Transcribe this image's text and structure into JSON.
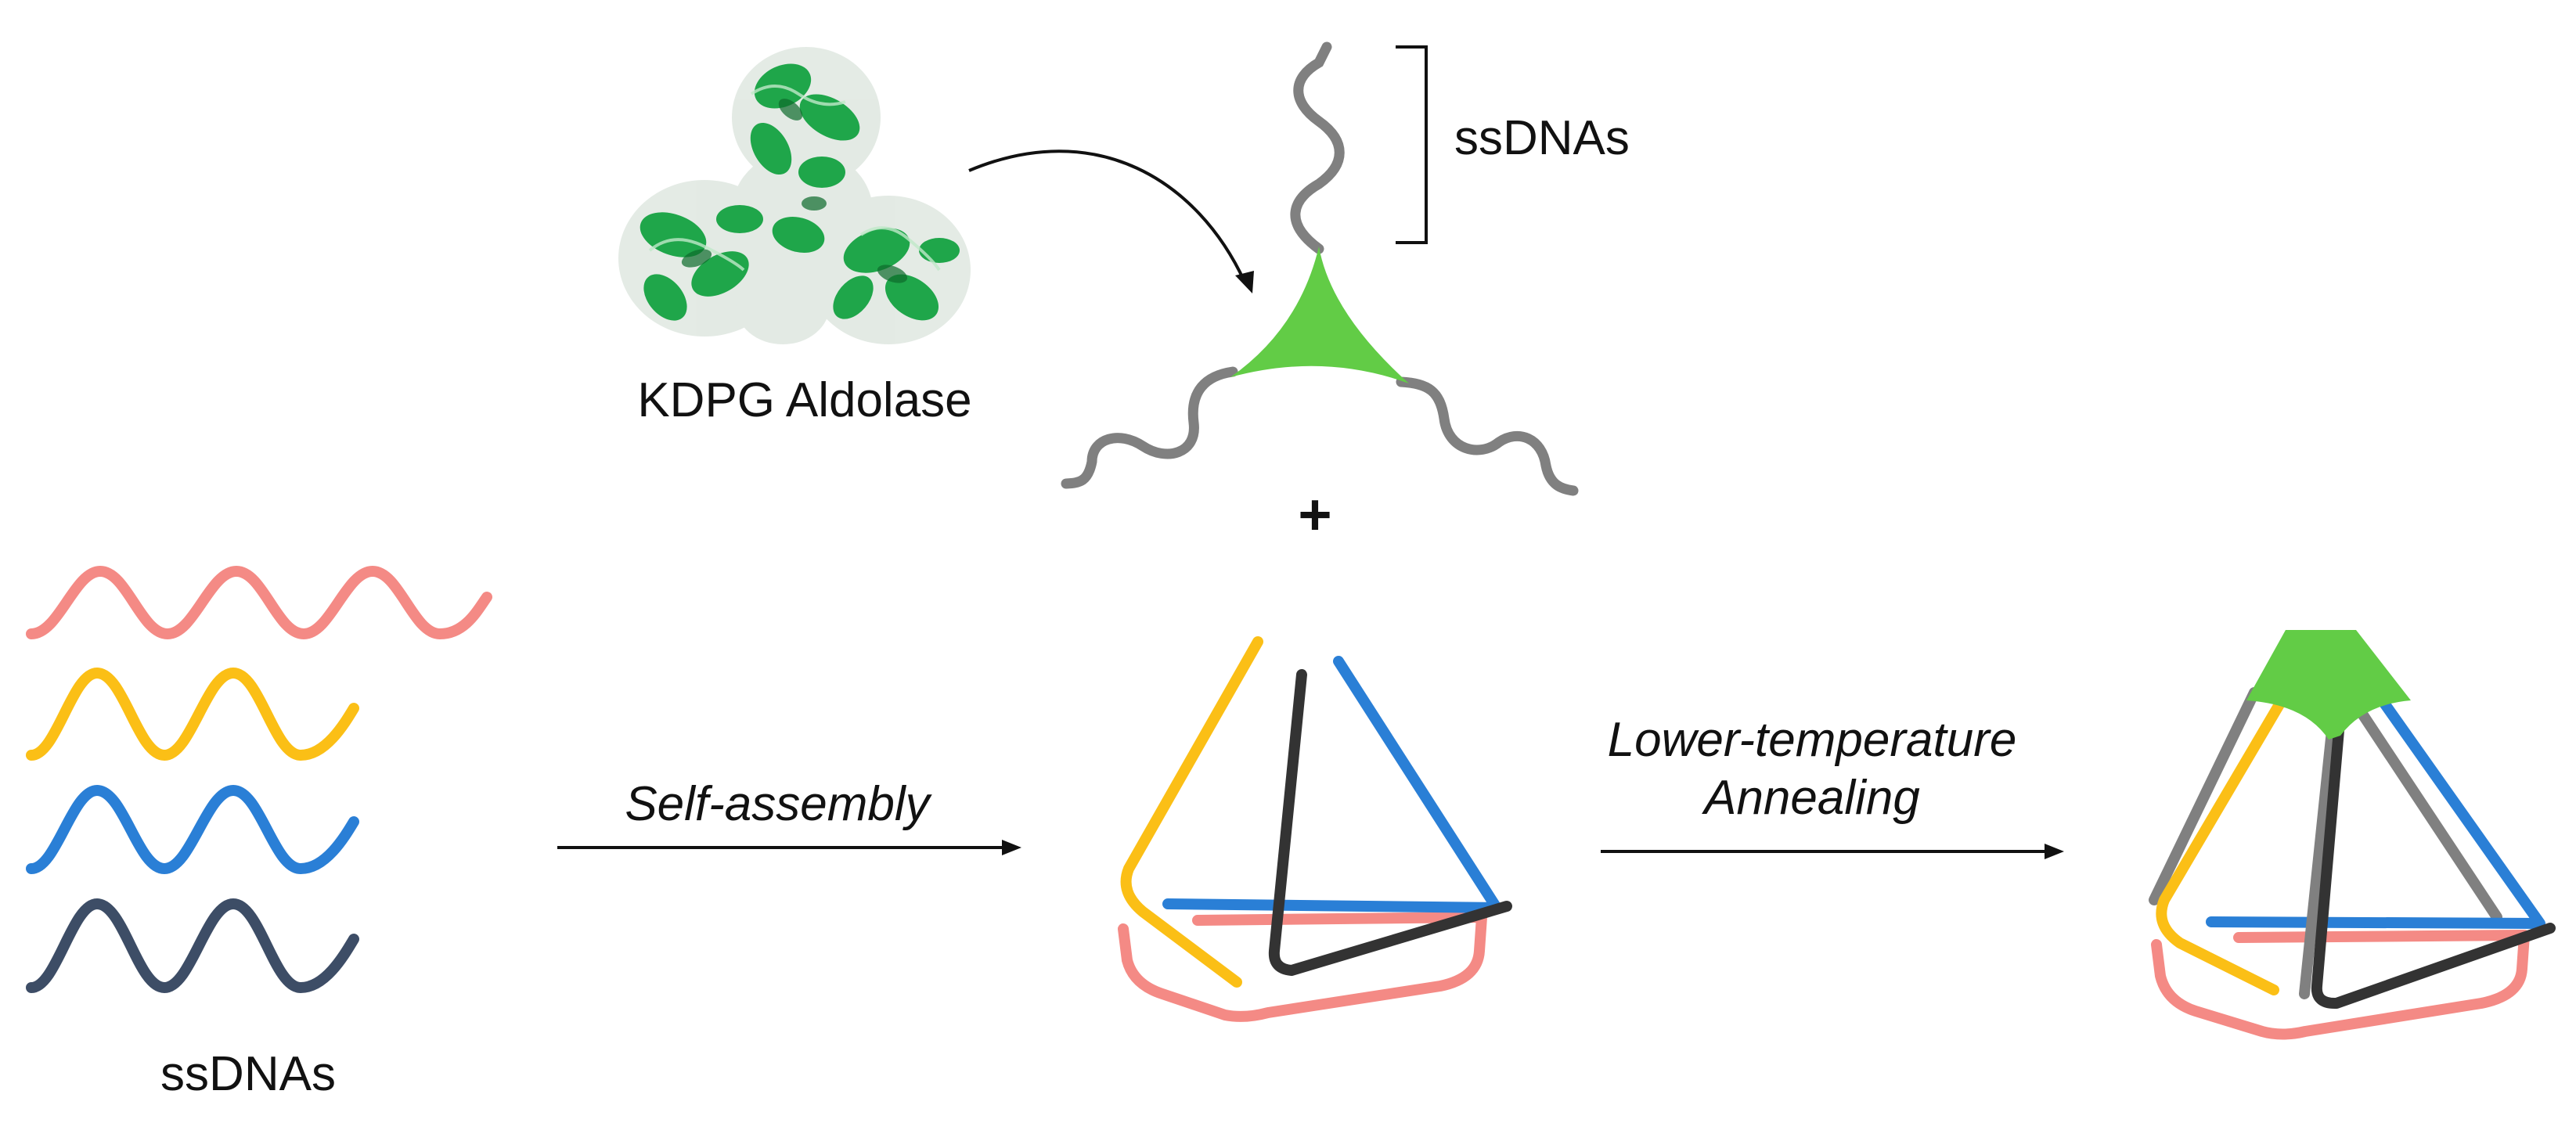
{
  "labels": {
    "protein": "KDPG Aldolase",
    "ssdna_bracket": "ssDNAs",
    "ssdna_strands": "ssDNAs",
    "plus": "+",
    "step1": "Self-assembly",
    "step2_line1": "Lower-temperature",
    "step2_line2": "Annealing"
  },
  "colors": {
    "salmon": "#f48a85",
    "yellow": "#fbbf16",
    "blue": "#2a7fd6",
    "navy": "#3d4d66",
    "dark": "#333333",
    "gray": "#808080",
    "green": "#62cc46",
    "protein_green": "#1fa64a"
  }
}
